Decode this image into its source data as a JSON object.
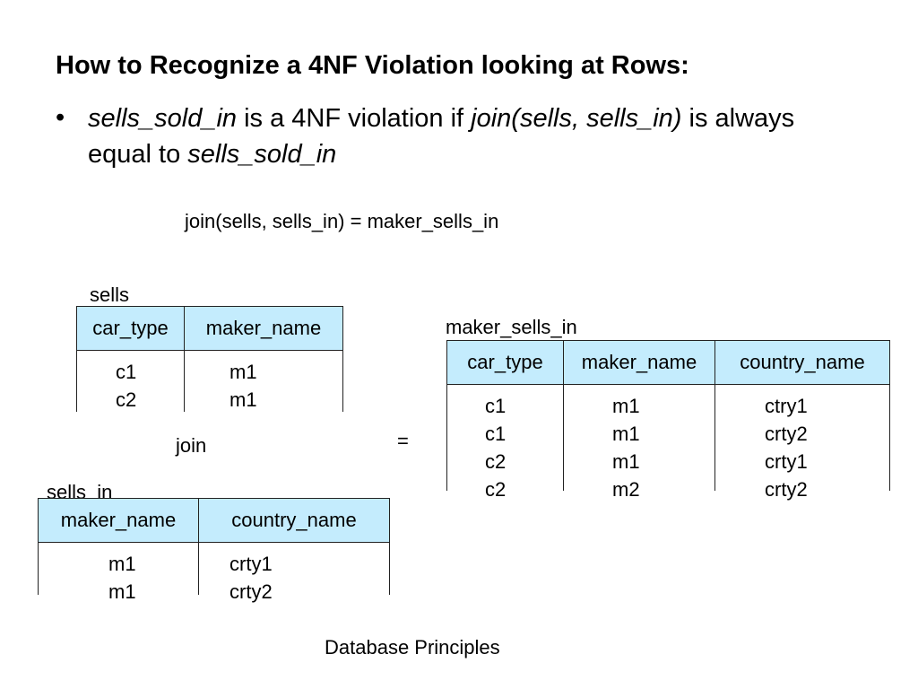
{
  "slide": {
    "title": "How to Recognize a 4NF Violation looking at Rows:",
    "bullet": {
      "symbol": "•",
      "part1": "sells_sold_in",
      "part2": " is a 4NF violation if ",
      "part3": "join(sells, sells_in)",
      "part4": " is always equal  to ",
      "part5": "sells_sold_in"
    },
    "equation": "join(sells, sells_in) = maker_sells_in",
    "join_label": "join",
    "equals_label": "=",
    "footer": "Database Principles"
  },
  "tables": {
    "sells": {
      "name": "sells",
      "headers": [
        "car_type",
        "maker_name"
      ],
      "rows": [
        [
          "c1",
          "m1"
        ],
        [
          "c2",
          "m1"
        ]
      ]
    },
    "sells_in": {
      "name": "sells_in",
      "headers": [
        "maker_name",
        "country_name"
      ],
      "rows": [
        [
          "m1",
          "crty1"
        ],
        [
          "m1",
          "crty2"
        ]
      ]
    },
    "maker_sells_in": {
      "name": "maker_sells_in",
      "headers": [
        "car_type",
        "maker_name",
        "country_name"
      ],
      "rows": [
        [
          "c1",
          "m1",
          "ctry1"
        ],
        [
          "c1",
          "m1",
          "crty2"
        ],
        [
          "c2",
          "m1",
          "crty1"
        ],
        [
          "c2",
          "m2",
          "crty2"
        ]
      ]
    }
  },
  "colors": {
    "header_fill": "#c4ecfd",
    "border": "#222222"
  }
}
